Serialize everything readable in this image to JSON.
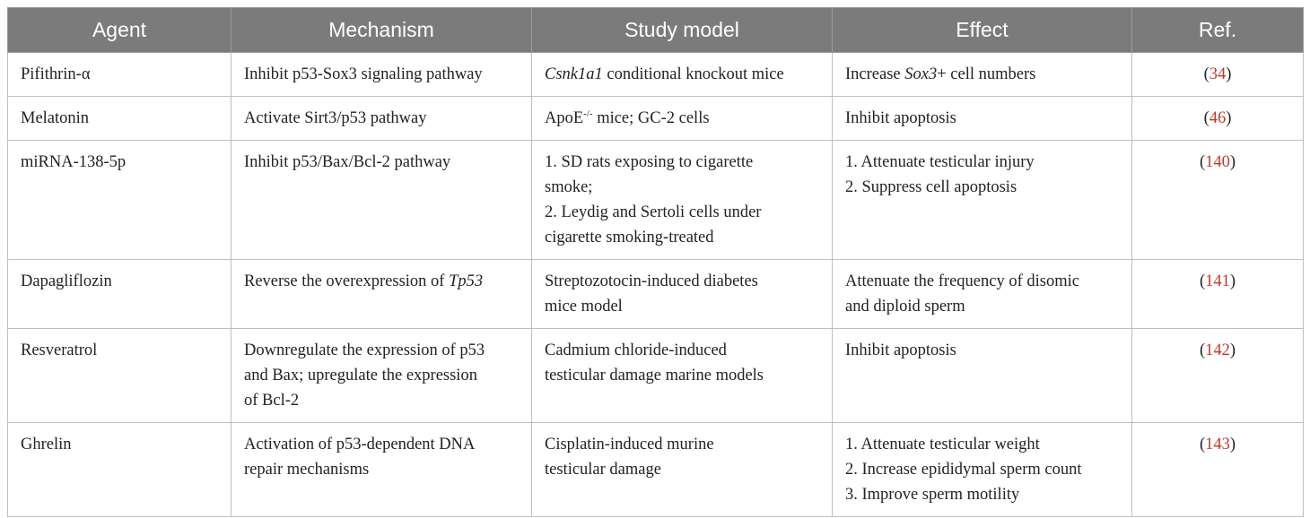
{
  "table": {
    "headers": {
      "agent": "Agent",
      "mechanism": "Mechanism",
      "study_model": "Study model",
      "effect": "Effect",
      "ref": "Ref."
    },
    "rows": [
      {
        "agent": "Pifithrin-α",
        "mechanism": [
          "Inhibit p53-Sox3 signaling pathway"
        ],
        "study_model": {
          "italic_prefix": "Csnk1a1",
          "rest": " conditional knockout mice"
        },
        "effect": {
          "before": "Increase ",
          "italic": "Sox3",
          "after": "+ cell numbers"
        },
        "ref": {
          "open": "(",
          "num": "34",
          "close": ")"
        }
      },
      {
        "agent": "Melatonin",
        "mechanism": [
          "Activate Sirt3/p53 pathway"
        ],
        "study_model": {
          "before": "ApoE",
          "sup": "-/-",
          "after": " mice; GC-2 cells"
        },
        "effect": [
          "Inhibit apoptosis"
        ],
        "ref": {
          "open": "(",
          "num": "46",
          "close": ")"
        }
      },
      {
        "agent": "miRNA-138-5p",
        "mechanism": [
          "Inhibit p53/Bax/Bcl-2 pathway"
        ],
        "study_model": [
          "1. SD rats exposing to cigarette",
          "smoke;",
          "2. Leydig and Sertoli cells under",
          "cigarette smoking-treated"
        ],
        "effect": [
          "1. Attenuate testicular injury",
          "2. Suppress cell apoptosis"
        ],
        "ref": {
          "open": "(",
          "num": "140",
          "close": ")"
        }
      },
      {
        "agent": "Dapagliflozin",
        "mechanism": {
          "before": "Reverse the overexpression of ",
          "italic": "Tp53"
        },
        "study_model": [
          "Streptozotocin-induced diabetes",
          "mice model"
        ],
        "effect": [
          "Attenuate the frequency of disomic",
          "and diploid sperm"
        ],
        "ref": {
          "open": "(",
          "num": "141",
          "close": ")"
        }
      },
      {
        "agent": "Resveratrol",
        "mechanism": [
          "Downregulate the expression of p53",
          "and Bax; upregulate the expression",
          "of Bcl-2"
        ],
        "study_model": [
          "Cadmium chloride-induced",
          "testicular damage marine models"
        ],
        "effect": [
          "Inhibit apoptosis"
        ],
        "ref": {
          "open": "(",
          "num": "142",
          "close": ")"
        }
      },
      {
        "agent": "Ghrelin",
        "mechanism": [
          "Activation of p53-dependent DNA",
          "repair mechanisms"
        ],
        "study_model": [
          "Cisplatin-induced murine",
          "testicular damage"
        ],
        "effect": [
          "1. Attenuate testicular weight",
          "2. Increase epididymal sperm count",
          "3. Improve sperm motility"
        ],
        "ref": {
          "open": "(",
          "num": "143",
          "close": ")"
        }
      }
    ]
  },
  "colors": {
    "header_bg": "#7b7b7b",
    "header_text": "#ffffff",
    "border": "#bfbfbf",
    "ref_link": "#c0392b"
  }
}
